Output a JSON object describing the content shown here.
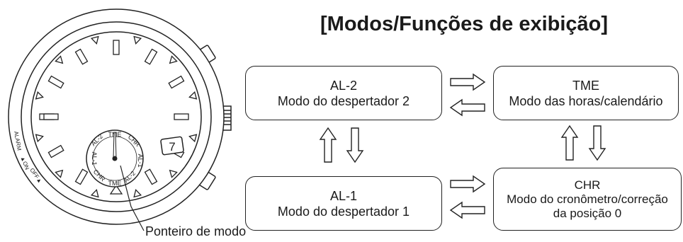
{
  "title": "[Modos/Funções de exibição]",
  "modes": {
    "al2": {
      "code": "AL-2",
      "name": "Modo do despertador 2"
    },
    "tme": {
      "code": "TME",
      "name": "Modo das horas/calendário"
    },
    "al1": {
      "code": "AL-1",
      "name": "Modo do despertador 1"
    },
    "chr": {
      "code": "CHR",
      "name_line1": "Modo do cronômetro/correção",
      "name_line2": "da posição 0"
    }
  },
  "watch": {
    "date": "7",
    "subdial": [
      "TME",
      "CHR",
      "AL-1",
      "AL-2",
      "TME",
      "CHR",
      "AL-1",
      "AL-2"
    ],
    "bezel_alarm": "ALARM",
    "bezel_on": "▲ON",
    "bezel_off": "OFF▲",
    "pointer_label": "Ponteiro de modo"
  }
}
